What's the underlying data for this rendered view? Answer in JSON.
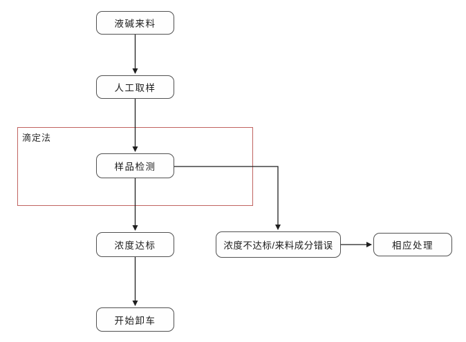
{
  "diagram": {
    "title": "liquid-caustic-incoming-inspection-flowchart",
    "group_label": "滴定法",
    "nodes": {
      "incoming": "液碱来料",
      "sampling": "人工取样",
      "testing": "样品检测",
      "pass": "浓度达标",
      "unload": "开始卸车",
      "fail": "浓度不达标/来料成分错误",
      "handle": "相应处理"
    },
    "colors": {
      "node_border": "#4f4f4f",
      "group_border": "#c0625f",
      "connector": "#1f1f1f",
      "background": "#ffffff"
    }
  }
}
